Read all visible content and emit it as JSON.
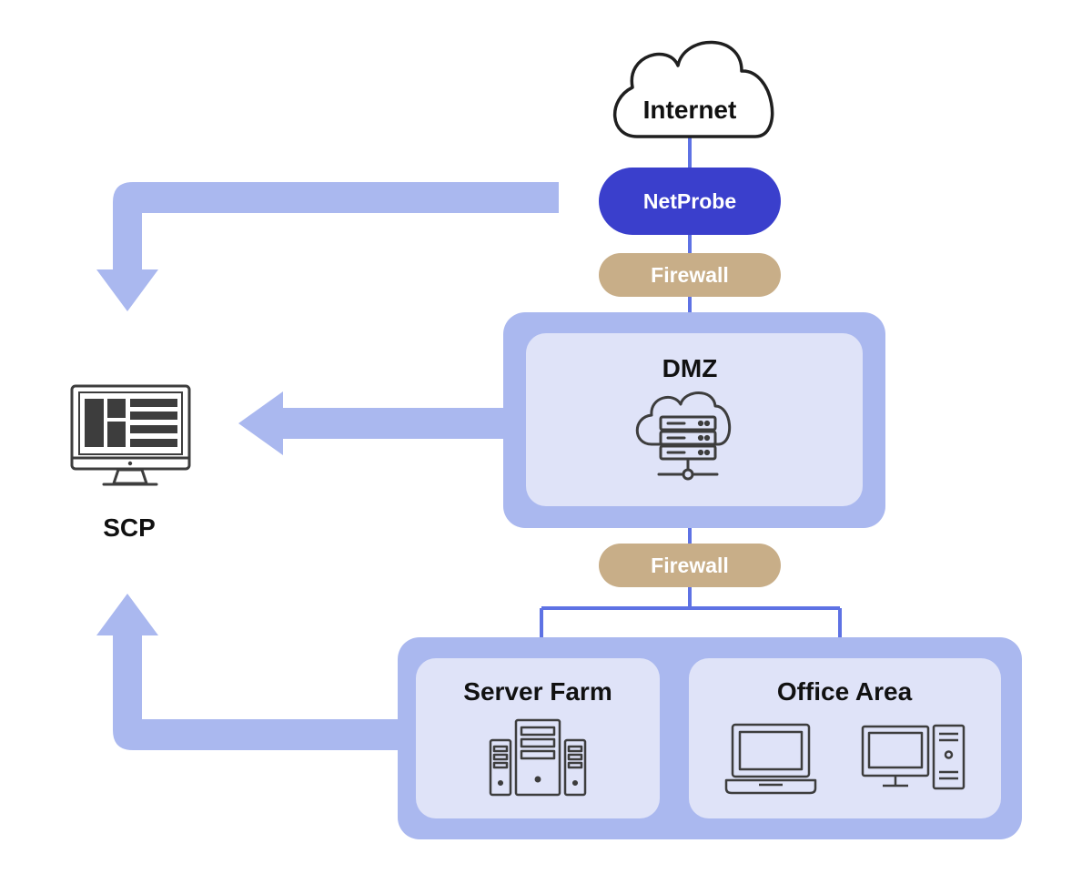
{
  "nodes": {
    "internet": "Internet",
    "netprobe": "NetProbe",
    "firewall_top": "Firewall",
    "dmz": "DMZ",
    "firewall_bottom": "Firewall",
    "server_farm": "Server Farm",
    "office_area": "Office Area",
    "scp": "SCP"
  },
  "colors": {
    "arrow": "#aab8ef",
    "link": "#5e72e4",
    "netprobe": "#3a3fcc",
    "firewall": "#c8ae88",
    "zone_outer": "#aab8ef",
    "zone_inner": "#dfe3f8",
    "icon": "#3d3d3d"
  },
  "icons": {
    "cloud": "cloud-icon",
    "dmz": "cloud-server-icon",
    "server_farm": "server-rack-icon",
    "laptop": "laptop-icon",
    "desktop": "desktop-computer-icon",
    "scp": "monitor-dashboard-icon"
  }
}
